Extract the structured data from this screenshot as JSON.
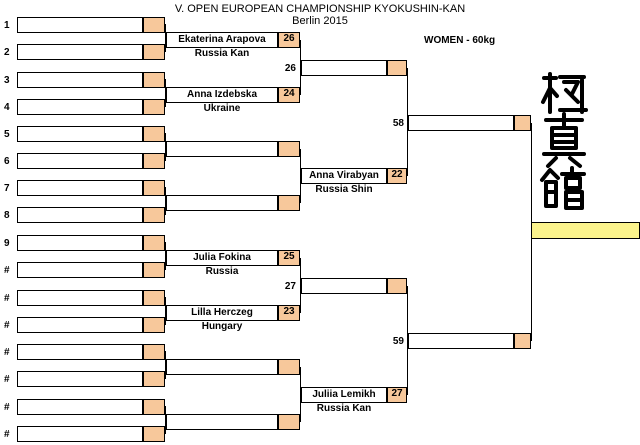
{
  "header": {
    "title": "V. OPEN EUROPEAN CHAMPIONSHIP KYOKUSHIN-KAN",
    "subtitle": "Berlin 2015",
    "category": "WOMEN - 60kg"
  },
  "colors": {
    "score_bg": "#f7c89b",
    "winner_bg": "#fbf38c"
  },
  "logo": {
    "name": "kyokushinkan-calligraphy-logo",
    "text": "極真館"
  },
  "seeds": [
    "1",
    "2",
    "3",
    "4",
    "5",
    "6",
    "7",
    "8",
    "9",
    "#",
    "#",
    "#",
    "#",
    "#",
    "#",
    "#"
  ],
  "round1": {
    "m1": {
      "name": "Ekaterina Arapova",
      "score": "26",
      "country": "Russia Kan"
    },
    "m2": {
      "name": "Anna Izdebska",
      "score": "24",
      "country": "Ukraine"
    },
    "m5": {
      "name": "Julia Fokina",
      "score": "25",
      "country": "Russia"
    },
    "m6": {
      "name": "Lilla Herczeg",
      "score": "23",
      "country": "Hungary"
    }
  },
  "round2": {
    "q1_score": "26",
    "q2": {
      "name": "Anna Virabyan",
      "score": "22",
      "country": "Russia Shin"
    },
    "q3_score": "27",
    "q4": {
      "name": "Juliia Lemikh",
      "score": "27",
      "country": "Russia Kan"
    }
  },
  "semis": {
    "s1_score": "58",
    "s2_score": "59"
  }
}
